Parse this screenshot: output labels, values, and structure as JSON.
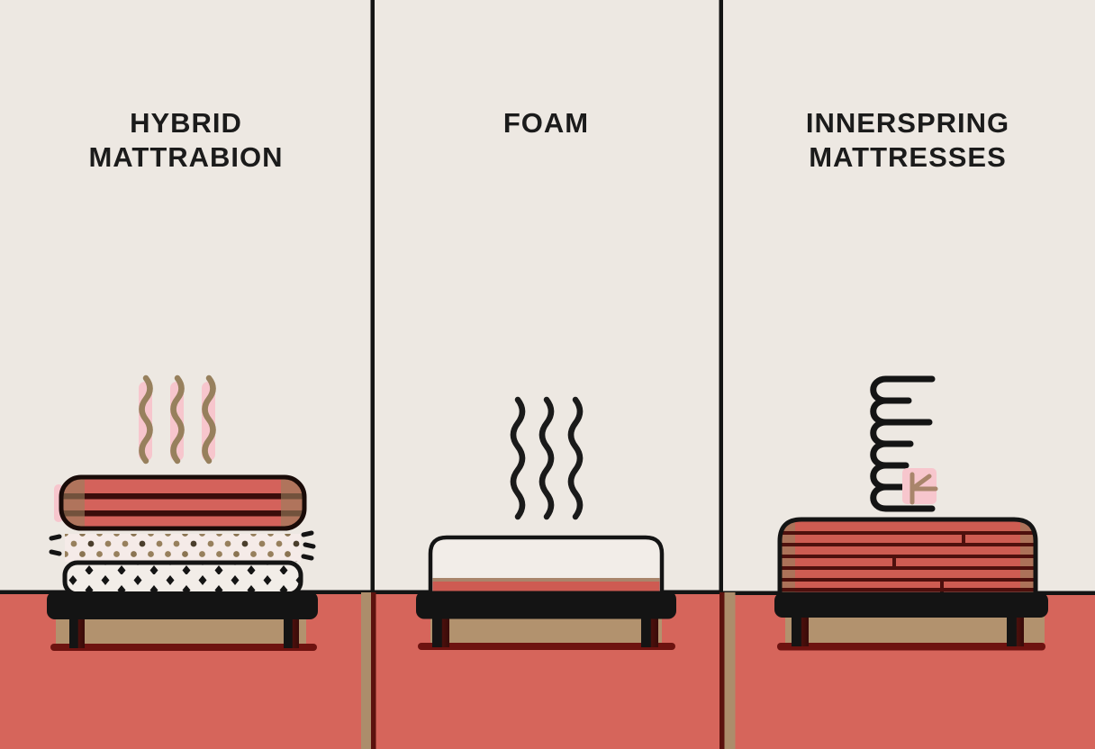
{
  "poster": {
    "panels": [
      {
        "id": "hybrid",
        "line1": "HYBRID",
        "line2": "MATTRABION",
        "icon": "heat-waves"
      },
      {
        "id": "foam",
        "line1": "FOAM",
        "line2": "",
        "icon": "heat-waves"
      },
      {
        "id": "innerspring",
        "line1": "INNERSPRING",
        "line2": "MATTRESSES",
        "icon": "coil-spring-with-compress-arrow"
      }
    ],
    "colors": {
      "wall": "#EDE8E2",
      "floor": "#D6655B",
      "ink_black": "#141414",
      "mattress_red": "#D4625B",
      "stripe_maroon": "#3A0D0B",
      "plank_line": "#4E100D",
      "shadow_tan": "#B2926E",
      "shadow_maroon": "#6E1310",
      "divider_maroon": "#5C120E",
      "pink_glow": "#F7C6CD",
      "wave_tan": "#97805D",
      "mattress_white": "#F2EDE8",
      "text": "#1B1B1B"
    }
  }
}
